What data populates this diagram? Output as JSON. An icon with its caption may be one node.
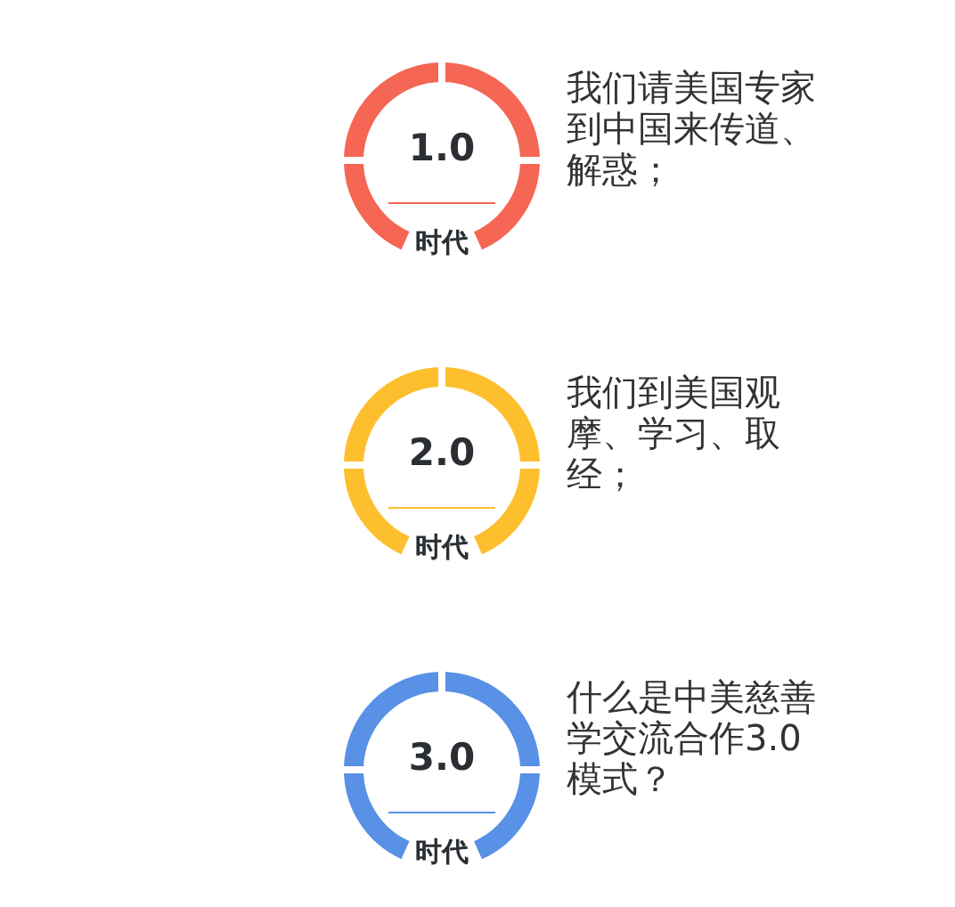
{
  "diagram": {
    "nodes": [
      {
        "text": [
          "1.0",
          "时代"
        ],
        "beside": [
          "我们请美国专家到中国来传道、解惑；"
        ]
      },
      {
        "text": [
          "2.0",
          "时代"
        ],
        "beside": [
          "我们到美国观摩、学习、取经；"
        ]
      },
      {
        "text": [
          "3.0",
          "时代"
        ],
        "beside": [
          "什么是中美慈善学交流合作3.0模式？"
        ]
      }
    ]
  }
}
